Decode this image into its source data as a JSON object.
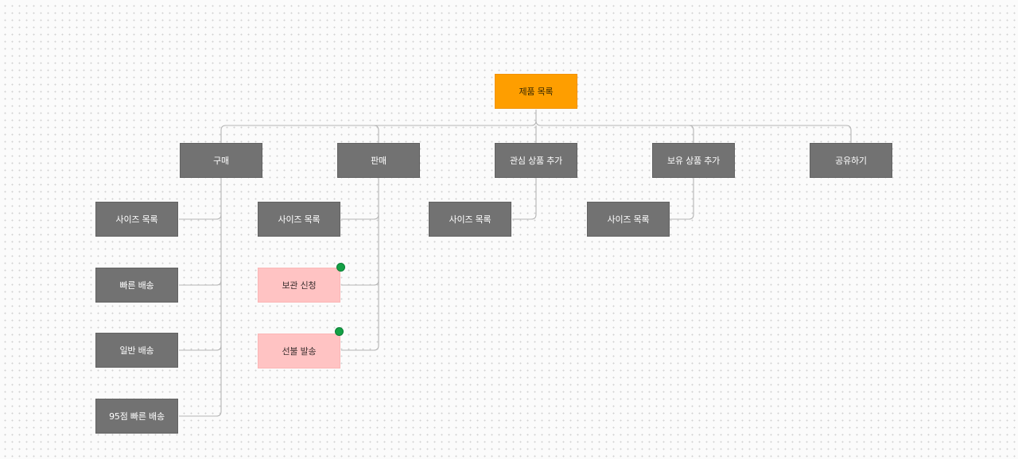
{
  "diagram": {
    "root": "제품 목록",
    "categories": {
      "buy": "구매",
      "sell": "판매",
      "wishlist": "관심 상품 추가",
      "owned": "보유 상품 추가",
      "share": "공유하기"
    },
    "buy_items": {
      "size_list": "사이즈 목록",
      "fast_shipping": "빠른 배송",
      "normal_shipping": "일반 배송",
      "fast_shipping_95": "95점 빠른 배송"
    },
    "sell_items": {
      "size_list": "사이즈 목록",
      "storage_request": "보관 신청",
      "prepaid_shipping": "선불 발송"
    },
    "wishlist_items": {
      "size_list": "사이즈 목록"
    },
    "owned_items": {
      "size_list": "사이즈 목록"
    }
  },
  "colors": {
    "root": "#fe9e00",
    "node": "#727272",
    "highlight": "#ffc3c3",
    "marker": "#14a045",
    "connector": "#b4b4b4"
  }
}
